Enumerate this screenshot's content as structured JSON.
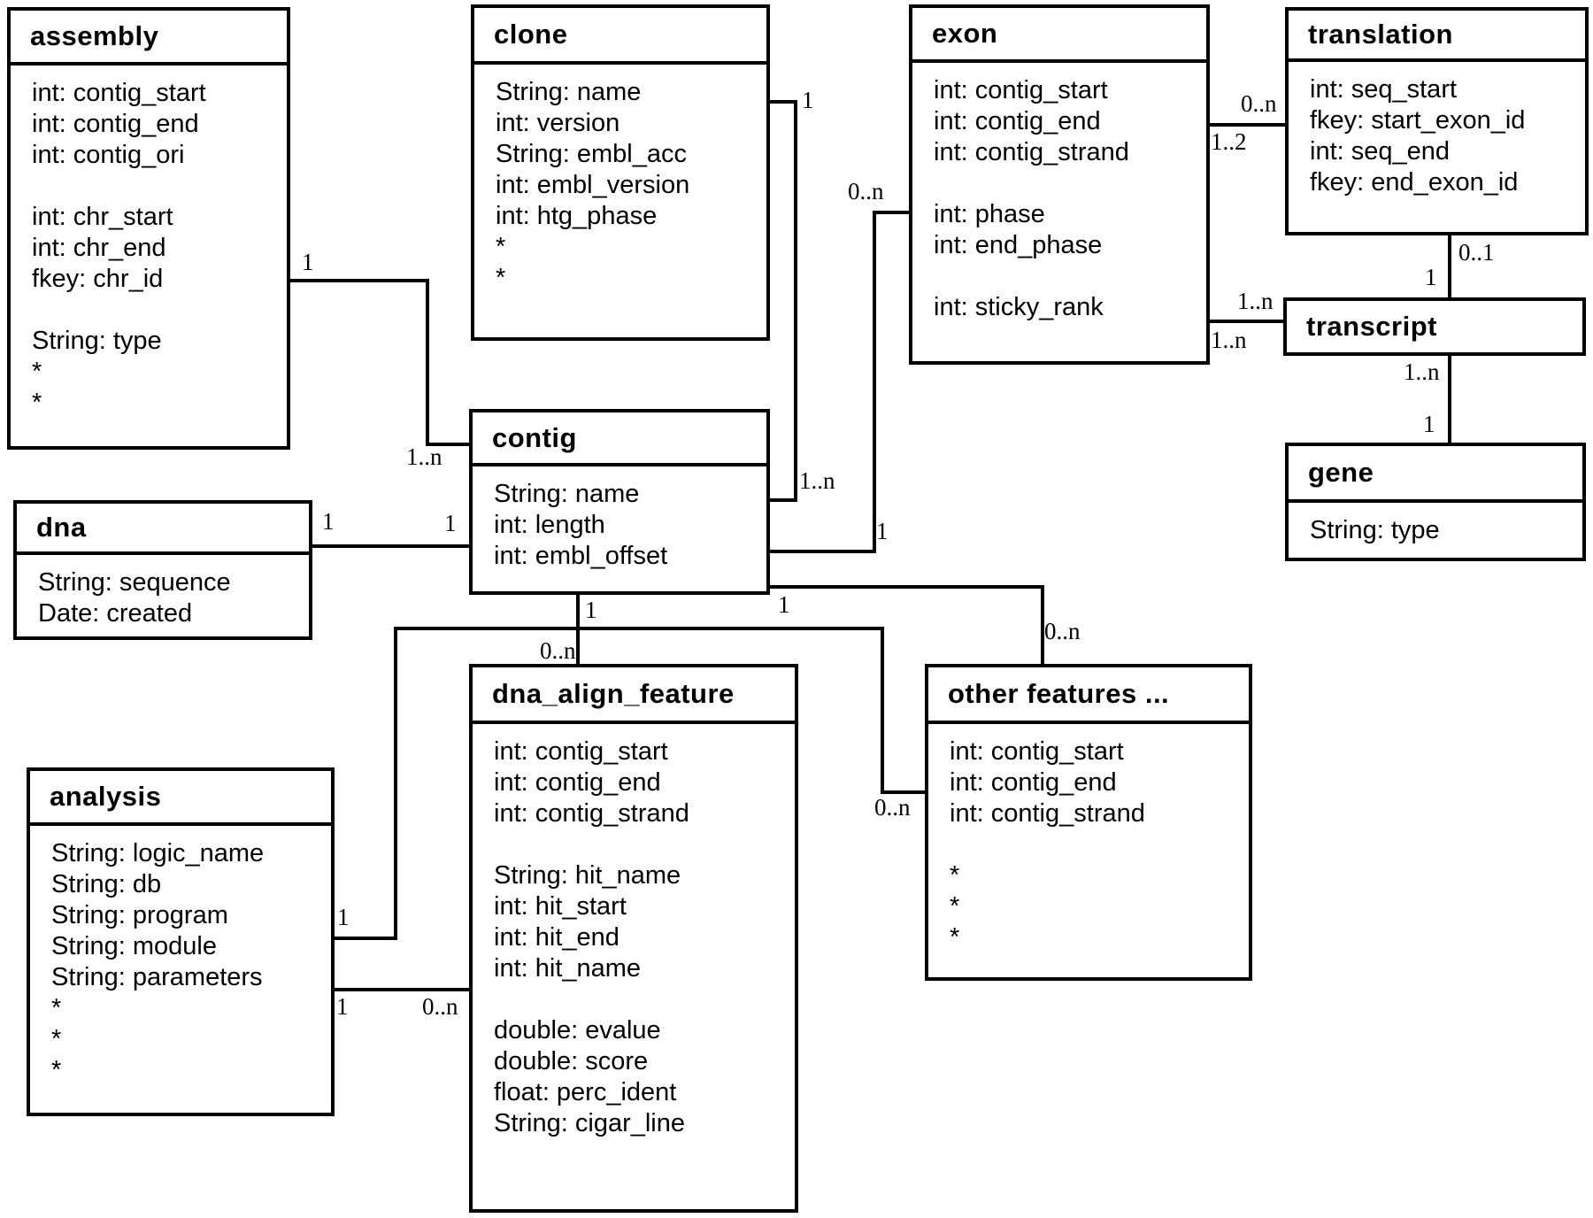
{
  "diagram": {
    "kind": "entity-relationship schema",
    "colors": {
      "line": "#000000",
      "background": "#ffffff",
      "text": "#000000"
    }
  },
  "entities": [
    {
      "name": "assembly",
      "fields": [
        "int: contig_start",
        "int: contig_end",
        "int: contig_ori",
        "",
        "int: chr_start",
        "int: chr_end",
        "fkey: chr_id",
        "",
        "String: type",
        "*",
        "*"
      ]
    },
    {
      "name": "clone",
      "fields": [
        "String: name",
        "int: version",
        "String: embl_acc",
        "int: embl_version",
        "int: htg_phase",
        "*",
        "*"
      ]
    },
    {
      "name": "exon",
      "fields": [
        "int: contig_start",
        "int: contig_end",
        "int: contig_strand",
        "",
        "int: phase",
        "int: end_phase",
        "",
        "int: sticky_rank"
      ]
    },
    {
      "name": "translation",
      "fields": [
        "int: seq_start",
        "fkey: start_exon_id",
        "int: seq_end",
        "fkey: end_exon_id"
      ]
    },
    {
      "name": "transcript",
      "fields": []
    },
    {
      "name": "gene",
      "fields": [
        "String: type"
      ]
    },
    {
      "name": "contig",
      "fields": [
        "String: name",
        "int: length",
        "int: embl_offset"
      ]
    },
    {
      "name": "dna",
      "fields": [
        "String: sequence",
        "Date: created"
      ]
    },
    {
      "name": "dna_align_feature",
      "fields": [
        "int: contig_start",
        "int: contig_end",
        "int: contig_strand",
        "",
        "String: hit_name",
        "int: hit_start",
        "int: hit_end",
        "int: hit_name",
        "",
        "double: evalue",
        "double: score",
        "float: perc_ident",
        "String: cigar_line"
      ]
    },
    {
      "name": "other features ...",
      "fields": [
        "int: contig_start",
        "int: contig_end",
        "int: contig_strand",
        "",
        "*",
        "*",
        "*"
      ]
    },
    {
      "name": "analysis",
      "fields": [
        "String: logic_name",
        "String: db",
        "String: program",
        "String: module",
        "String: parameters",
        "*",
        "*",
        "*"
      ]
    }
  ],
  "relations": [
    {
      "from": "assembly",
      "to": "contig",
      "from_card": "1",
      "to_card": "1..n"
    },
    {
      "from": "dna",
      "to": "contig",
      "from_card": "1",
      "to_card": "1"
    },
    {
      "from": "clone",
      "to": "contig",
      "from_card": "1",
      "to_card": "1..n"
    },
    {
      "from": "exon",
      "to": "contig",
      "from_card": "0..n",
      "to_card": "1"
    },
    {
      "from": "contig",
      "to": "dna_align_feature",
      "from_card": "1",
      "to_card": "0..n"
    },
    {
      "from": "contig",
      "to": "other features ...",
      "from_card": "1",
      "to_card": "0..n"
    },
    {
      "from": "analysis",
      "to": "other features ...",
      "from_card": "1",
      "to_card": "0..n"
    },
    {
      "from": "analysis",
      "to": "dna_align_feature",
      "from_card": "1",
      "to_card": "0..n"
    },
    {
      "from": "exon",
      "to": "translation",
      "from_card": "1..2",
      "to_card": "0..n"
    },
    {
      "from": "exon",
      "to": "transcript",
      "from_card": "1..n",
      "to_card": "1..n"
    },
    {
      "from": "translation",
      "to": "transcript",
      "from_card": "0..1",
      "to_card": "1"
    },
    {
      "from": "transcript",
      "to": "gene",
      "from_card": "1..n",
      "to_card": "1"
    }
  ]
}
